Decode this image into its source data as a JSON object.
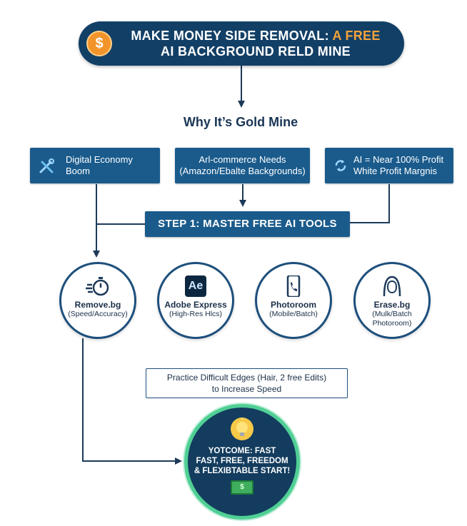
{
  "title": {
    "line1": "MAKE MONEY SIDE REMOVAL: ",
    "line1_accent": "A FREE",
    "line2": "AI BACKGROUND RELD MINE",
    "coin_symbol": "$"
  },
  "heading": "Why It’s Gold Mine",
  "reasons": [
    {
      "line1": "Digital Economy",
      "line2": "Boom",
      "icon": "tools-icon"
    },
    {
      "line1": "Arl-commerce Needs",
      "line2": "(Amazon/Ebalte Backgrounds)"
    },
    {
      "line1": "AI = Near 100% Profit",
      "line2": "White Profit Margnis",
      "icon": "recycle-icon"
    }
  ],
  "step": "STEP 1: MASTER FREE AI TOOLS",
  "tools": [
    {
      "name": "Remove.bg",
      "desc": "(Speed/Accuracy)",
      "icon": "stopwatch-icon"
    },
    {
      "name": "Adobe Express",
      "desc": "(High-Res Hlcs)",
      "icon": "adobe-ae-icon",
      "icon_text": "Ae"
    },
    {
      "name": "Photoroom",
      "desc": "(Mobile/Batch)",
      "icon": "phone-icon"
    },
    {
      "name": "Erase.bg",
      "desc": "(Mulk/Batch Photoroom)",
      "icon": "hair-silhouette-icon"
    }
  ],
  "practice": {
    "line1": "Practice Difficult Edges (Hair, 2 free Edits)",
    "line2": "to Increase Speed"
  },
  "outcome": {
    "line1": "YOTCOME: FAST",
    "line2": "FAST, FREE, FREEDOM",
    "line3": "& FLEXIBTABLE START!",
    "bulb_icon": "lightbulb-icon",
    "money_icon": "money-stack-icon",
    "money_symbol": "$"
  },
  "colors": {
    "navy": "#123f66",
    "box_blue": "#1a5b8c",
    "accent_orange": "#f5a23a",
    "outcome_green": "#4fcf94"
  }
}
